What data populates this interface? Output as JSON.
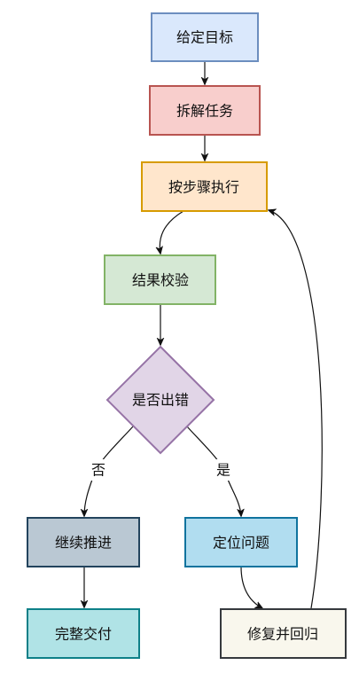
{
  "nodes": {
    "set_goal": {
      "label": "给定目标",
      "fill": "#dae8fc",
      "stroke": "#6c8ebf"
    },
    "decompose": {
      "label": "拆解任务",
      "fill": "#f8cecc",
      "stroke": "#b85450"
    },
    "execute": {
      "label": "按步骤执行",
      "fill": "#ffe6cc",
      "stroke": "#d79b00"
    },
    "verify": {
      "label": "结果校验",
      "fill": "#d5e8d4",
      "stroke": "#82b366"
    },
    "has_error": {
      "label": "是否出错",
      "fill": "#e1d5e7",
      "stroke": "#9673a6"
    },
    "continue": {
      "label": "继续推进",
      "fill": "#bac8d3",
      "stroke": "#23445d"
    },
    "locate": {
      "label": "定位问题",
      "fill": "#b1ddf0",
      "stroke": "#10739e"
    },
    "deliver": {
      "label": "完整交付",
      "fill": "#b0e3e6",
      "stroke": "#0e8088"
    },
    "fix": {
      "label": "修复并回归",
      "fill": "#f9f7ed",
      "stroke": "#36393d"
    }
  },
  "edges": {
    "no_label": "否",
    "yes_label": "是"
  }
}
